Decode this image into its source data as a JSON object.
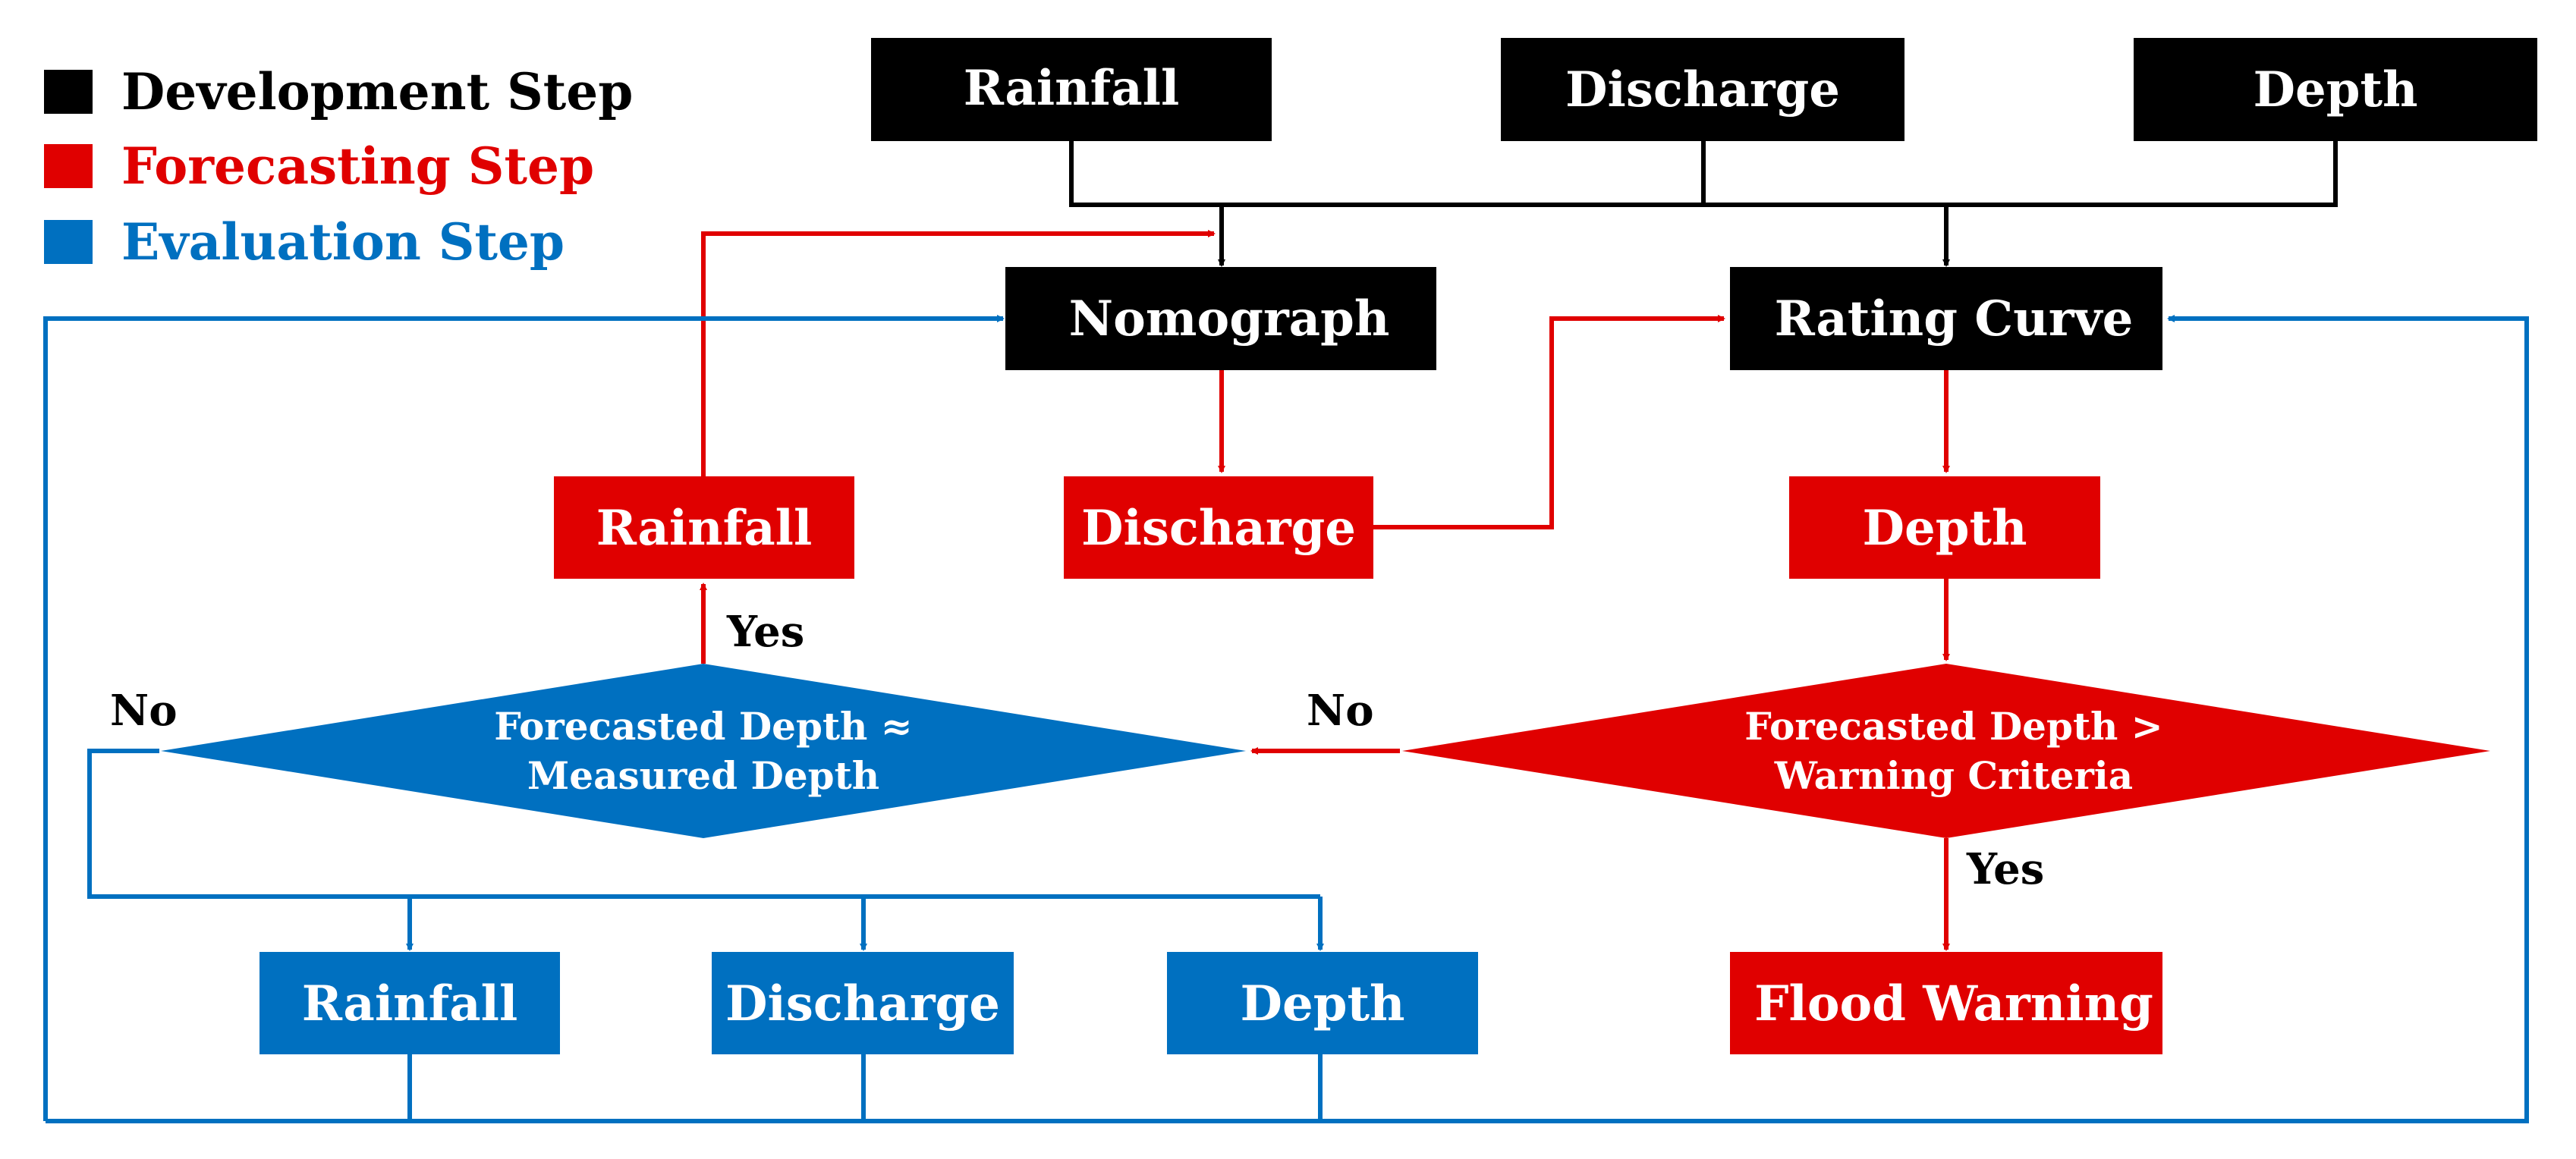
{
  "colors": {
    "development": "#000000",
    "forecasting": "#e00000",
    "evaluation": "#0070c0",
    "text_on_box": "#ffffff",
    "edge_label": "#000000"
  },
  "legend": {
    "development": "Development Step",
    "forecasting": "Forecasting Step",
    "evaluation": "Evaluation Step"
  },
  "development": {
    "rainfall": "Rainfall",
    "discharge": "Discharge",
    "depth": "Depth",
    "nomograph": "Nomograph",
    "rating_curve": "Rating Curve"
  },
  "forecasting": {
    "rainfall": "Rainfall",
    "discharge": "Discharge",
    "depth": "Depth",
    "decision_line1": "Forecasted Depth >",
    "decision_line2": "Warning Criteria",
    "flood_warning": "Flood Warning"
  },
  "evaluation": {
    "decision_line1": "Forecasted Depth ≈",
    "decision_line2": "Measured Depth",
    "rainfall": "Rainfall",
    "discharge": "Discharge",
    "depth": "Depth"
  },
  "edge_labels": {
    "yes_to_rainfall": "Yes",
    "no_to_evaluation": "No",
    "no_left": "No",
    "yes_to_warning": "Yes"
  }
}
